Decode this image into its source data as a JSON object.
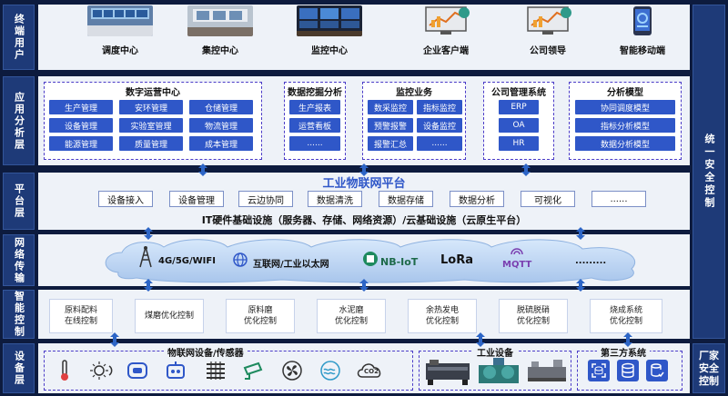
{
  "layers": {
    "terminal": "终端用户",
    "application": "应用分析层",
    "platform": "平台层",
    "network": "网络传输",
    "control": "智能控制",
    "device": "设备层"
  },
  "right_labels": {
    "unified_security": "统一安全控制",
    "vendor_security": "厂家安全控制"
  },
  "terminals": [
    {
      "label": "调度中心",
      "icon": "control-room-photo"
    },
    {
      "label": "集控中心",
      "icon": "control-room-photo"
    },
    {
      "label": "监控中心",
      "icon": "monitor-wall-photo"
    },
    {
      "label": "企业客户端",
      "icon": "desktop-chart-icon"
    },
    {
      "label": "公司领导",
      "icon": "desktop-chart-icon"
    },
    {
      "label": "智能移动端",
      "icon": "mobile-app-icon"
    }
  ],
  "apps": {
    "digital_ops": {
      "title": "数字运营中心",
      "items": [
        "生产管理",
        "安环管理",
        "仓储管理",
        "设备管理",
        "实验室管理",
        "物流管理",
        "能源管理",
        "质量管理",
        "成本管理"
      ]
    },
    "data_mining": {
      "title": "数据挖掘分析",
      "items": [
        "生产报表",
        "运营看板",
        "......"
      ]
    },
    "monitoring": {
      "title": "监控业务",
      "items": [
        "数采监控",
        "指标监控",
        "预警报警",
        "设备监控",
        "报警汇总",
        "......"
      ]
    },
    "company": {
      "title": "公司管理系统",
      "items": [
        "ERP",
        "OA",
        "HR"
      ]
    },
    "analysis": {
      "title": "分析模型",
      "items": [
        "协同调度模型",
        "指标分析模型",
        "数据分析模型"
      ]
    }
  },
  "platform": {
    "title": "工业物联网平台",
    "chips": [
      "设备接入",
      "设备管理",
      "云边协同",
      "数据清洗",
      "数据存储",
      "数据分析",
      "可视化",
      "......"
    ],
    "infra": "IT硬件基础设施（服务器、存储、网络资源）/云基础设施（云原生平台）"
  },
  "network": {
    "items": [
      "4G/5G/WIFI",
      "互联网/工业以太网",
      "NB-IoT",
      "LoRa",
      "MQTT",
      "........."
    ]
  },
  "control": {
    "items": [
      "原料配料\n在线控制",
      "煤磨优化控制",
      "原料磨\n优化控制",
      "水泥磨\n优化控制",
      "余热发电\n优化控制",
      "脱硫脱硝\n优化控制",
      "烧成系统\n优化控制"
    ]
  },
  "devices": {
    "iot_title": "物联网设备/传感器",
    "industrial_title": "工业设备",
    "third_title": "第三方系统",
    "sensor_icons": [
      "thermometer-icon",
      "light-sensor-icon",
      "smoke-detector-icon",
      "robot-icon",
      "radiator-icon",
      "camera-icon",
      "fan-icon",
      "water-sensor-icon",
      "co2-sensor-icon"
    ],
    "co2_text": "CO2"
  },
  "colors": {
    "background": "#0d1b3e",
    "band": "#eef2f8",
    "chip_blue": "#2f57c8",
    "dash_purple": "#4b3cc8",
    "arrow": "#2d65c6",
    "title_blue": "#2f57c8"
  }
}
